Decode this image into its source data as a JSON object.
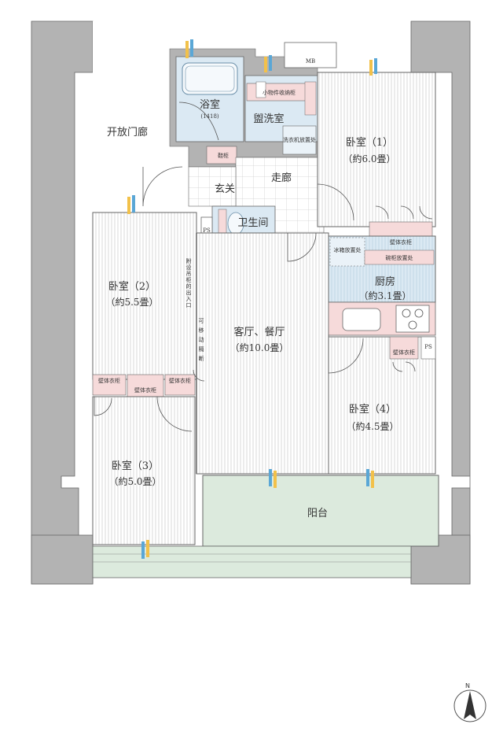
{
  "rooms": {
    "corridor_open": "开放门廊",
    "bath": "浴室",
    "bath_size": "(1418)",
    "washroom": "盥洗室",
    "small_storage": "小物件收纳柜",
    "washer": "洗衣机放置处",
    "shoes": "鞋柜",
    "hallway": "走廊",
    "entrance": "玄关",
    "toilet": "卫生间",
    "mb": "MB",
    "ps": "PS",
    "bed1": "卧室（1）",
    "bed1_size": "（約6.0畳）",
    "bed2": "卧室（2）",
    "bed2_size": "（約5.5畳）",
    "bed3": "卧室（3）",
    "bed3_size": "（約5.0畳）",
    "bed4": "卧室（4）",
    "bed4_size": "（約4.5畳）",
    "living": "客厅、餐厅",
    "living_size": "（約10.0畳）",
    "kitchen": "厨房",
    "kitchen_size": "（約3.1畳）",
    "fridge": "冰箱放置处",
    "dish": "碗柜放置处",
    "closet": "壁体衣柜",
    "partition": "可移动隔断",
    "partition_note": "附设吊柜的出入口",
    "balcony": "阳台",
    "north": "N"
  },
  "colors": {
    "wall": "#b3b3b3",
    "floor_lines": "#c8c8c8",
    "wet_area": "#dbe9f3",
    "closet": "#f6dada",
    "balcony": "#dceadd",
    "window_blue": "#5aa7d6",
    "window_yellow": "#f2c14a"
  }
}
